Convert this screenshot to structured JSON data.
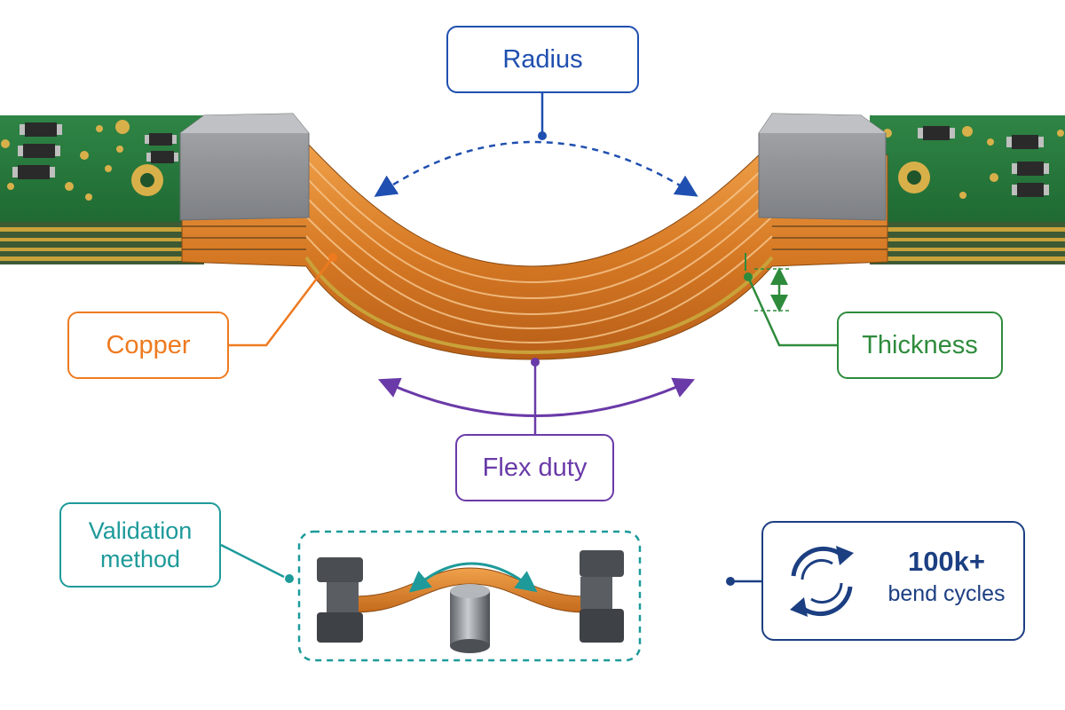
{
  "labels": {
    "radius": "Radius",
    "copper": "Copper",
    "thickness": "Thickness",
    "flex_duty": "Flex duty",
    "validation_line1": "Validation",
    "validation_line2": "method"
  },
  "stat": {
    "value": "100k+",
    "label": "bend cycles"
  },
  "icons": {
    "cycle": "circular-arrows-icon"
  },
  "colors": {
    "radius": "#1f4fb0",
    "copper": "#ee7a1f",
    "thickness": "#2e8b3c",
    "flex_duty": "#6a3aa8",
    "validation": "#1e9a9a",
    "stat": "#1c3f82",
    "pcb_green": "#2b7a3e",
    "flex_copper": "#d9822b",
    "stiffener_gray": "#8f9296"
  }
}
